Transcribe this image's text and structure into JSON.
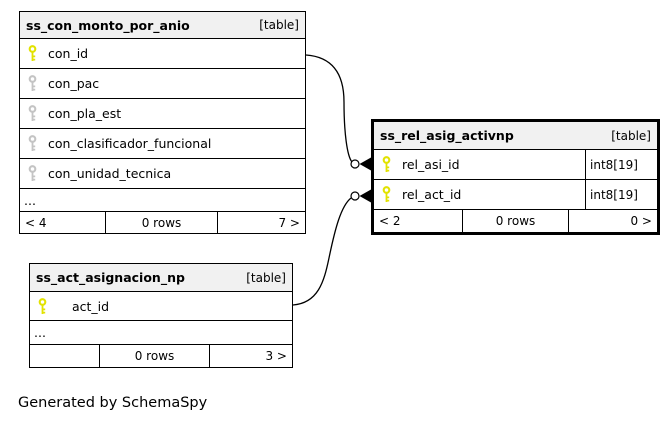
{
  "diagram": {
    "caption": "Generated by SchemaSpy",
    "colors": {
      "primary_key_icon": "#e2e200",
      "indexed_column_icon": "#c4c4c4",
      "table_header_bg": "#f1f1f1",
      "border": "#000000"
    },
    "tables": [
      {
        "name": "ss_con_monto_por_anio",
        "kind": "[table]",
        "columns": [
          {
            "name": "con_id",
            "icon": "key-icon-yellow"
          },
          {
            "name": "con_pac",
            "icon": "key-icon-gray"
          },
          {
            "name": "con_pla_est",
            "icon": "key-icon-gray"
          },
          {
            "name": "con_clasificador_funcional",
            "icon": "key-icon-gray"
          },
          {
            "name": "con_unidad_tecnica",
            "icon": "key-icon-gray"
          }
        ],
        "ellipsis": "...",
        "footer": {
          "left": "< 4",
          "center": "0 rows",
          "right": "7 >"
        }
      },
      {
        "name": "ss_rel_asig_activnp",
        "kind": "[table]",
        "columns": [
          {
            "name": "rel_asi_id",
            "type": "int8[19]",
            "icon": "key-icon-yellow"
          },
          {
            "name": "rel_act_id",
            "type": "int8[19]",
            "icon": "key-icon-yellow"
          }
        ],
        "footer": {
          "left": "< 2",
          "center": "0 rows",
          "right": "0 >"
        }
      },
      {
        "name": "ss_act_asignacion_np",
        "kind": "[table]",
        "columns": [
          {
            "name": "act_id",
            "icon": "key-icon-yellow"
          }
        ],
        "ellipsis": "...",
        "footer": {
          "left": "",
          "center": "0 rows",
          "right": "3 >"
        }
      }
    ],
    "relationships": [
      {
        "from": "ss_con_monto_por_anio.con_id",
        "to": "ss_rel_asig_activnp.rel_asi_id"
      },
      {
        "from": "ss_act_asignacion_np.act_id",
        "to": "ss_rel_asig_activnp.rel_act_id"
      }
    ]
  }
}
